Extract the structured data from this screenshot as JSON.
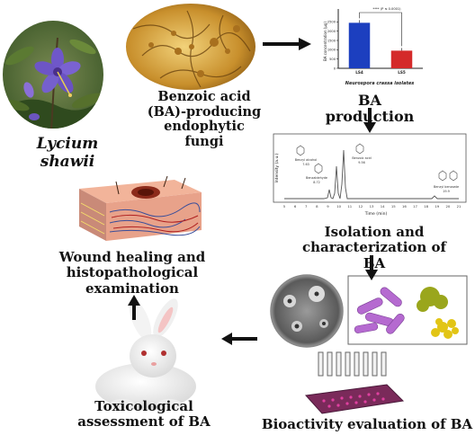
{
  "labels": {
    "plant": "Lycium shawii",
    "fungi": "Benzoic acid (BA)-producing endophytic fungi",
    "production": "BA production",
    "isolation": "Isolation and characterization of BA",
    "bioactivity": "Bioactivity evaluation of BA",
    "toxicology": "Toxicological assessment of BA",
    "wound": "Wound healing and histopathological examination"
  },
  "bar_chart": {
    "xlabel": "Neurospora crassa isolates",
    "ylabel": "BA concentration (µg)",
    "annotation": "**** (P ≤ 0.0001)",
    "categories": [
      "LS4",
      "LS5"
    ],
    "values": [
      2450,
      950
    ],
    "ylim": [
      0,
      3000
    ],
    "yticks": [
      0,
      500,
      1000,
      1500,
      2000,
      2500
    ],
    "colors": [
      "#1c3fbf",
      "#d42a2a"
    ]
  },
  "chromatogram": {
    "xlabel": "Time (min)",
    "ylabel": "Intensity (a.u.)",
    "xticks": [
      "5",
      "6",
      "7",
      "8",
      "9",
      "10",
      "11",
      "12",
      "13",
      "14",
      "15",
      "16",
      "17",
      "18",
      "19",
      "20",
      "21"
    ],
    "peaks": [
      {
        "name": "Benzyl alcohol",
        "rt": "7.63"
      },
      {
        "name": "Benzaldehyde",
        "rt": "8.72"
      },
      {
        "name": "Benzoic acid",
        "rt": "9.56"
      },
      {
        "name": "Benzyl benzoate",
        "rt": "19.9"
      }
    ]
  }
}
